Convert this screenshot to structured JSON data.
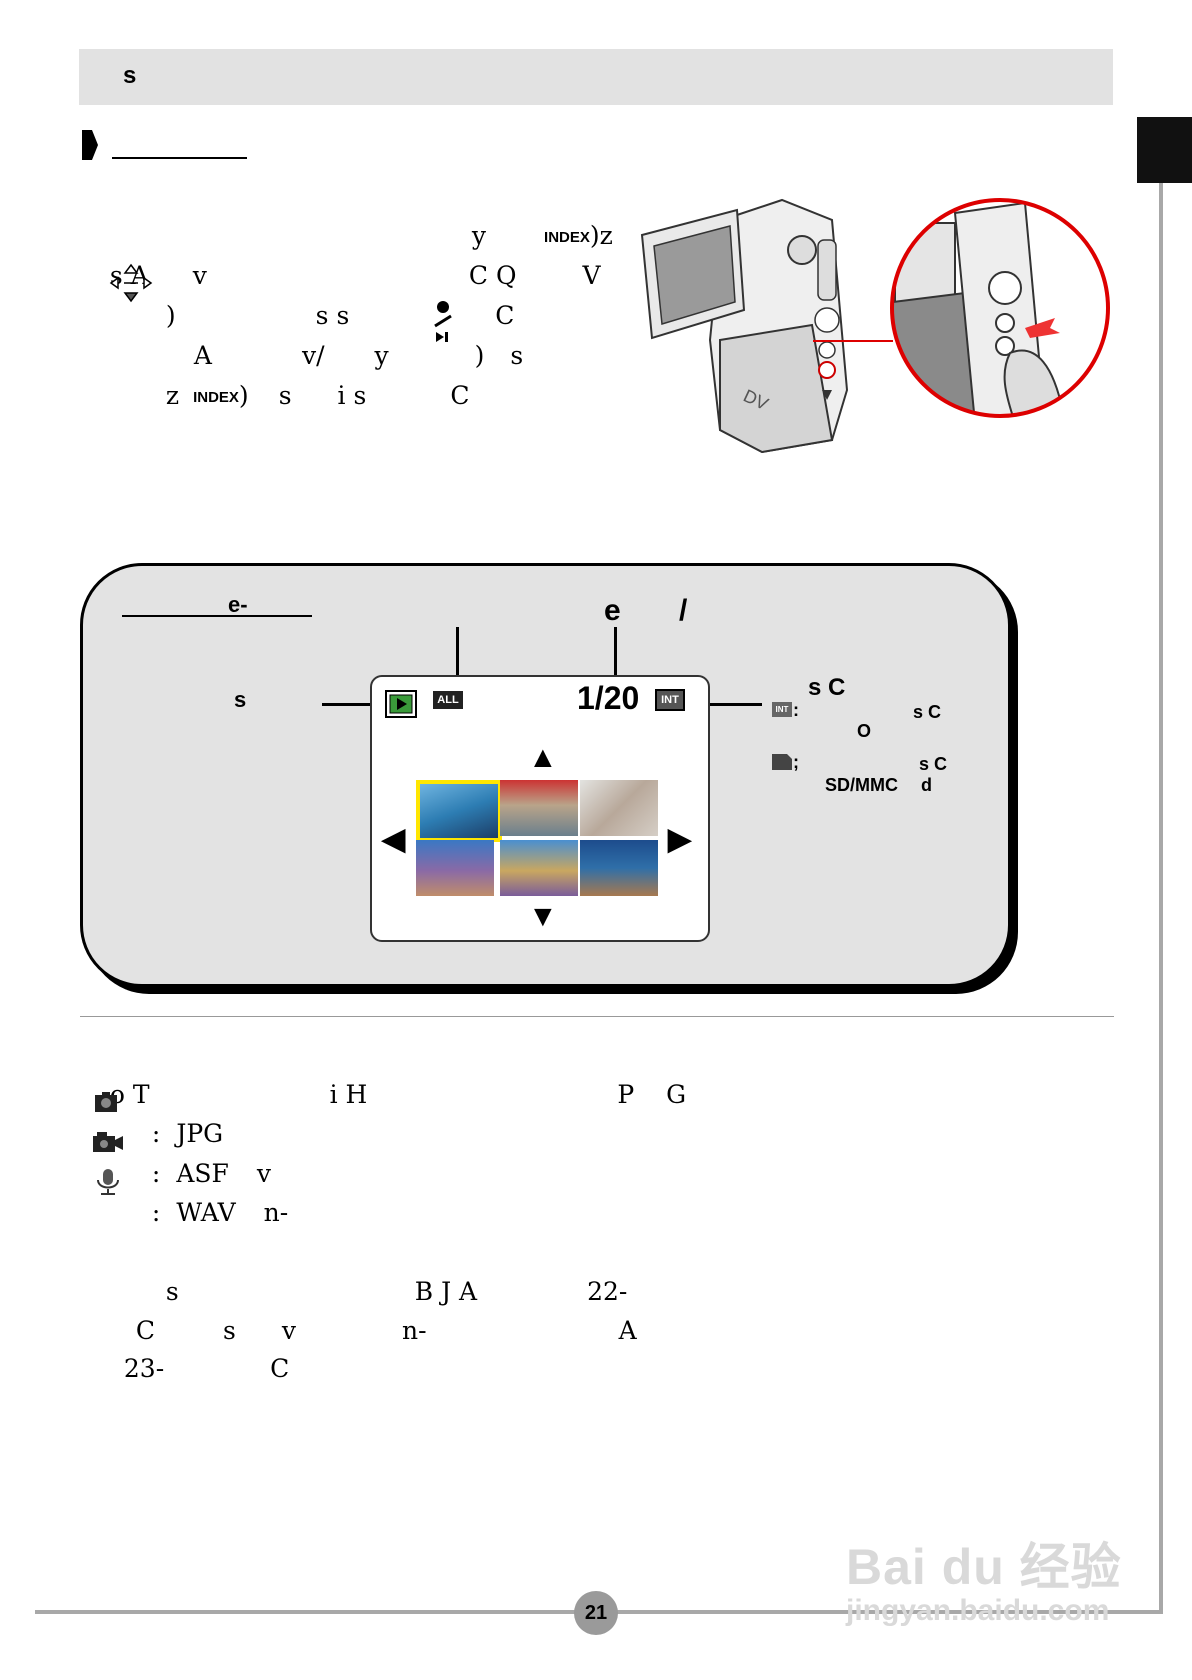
{
  "header": {
    "title": "s"
  },
  "intro": {
    "lines": [
      {
        "segments": [
          "y",
          "INDEX",
          ")z"
        ]
      },
      {
        "segments": [
          "s A",
          "v",
          "C Q",
          "V"
        ]
      },
      {
        "segments": [
          ")",
          "s s",
          "C"
        ]
      },
      {
        "segments": [
          "A",
          "v/",
          "y",
          ")",
          "s"
        ]
      },
      {
        "segments": [
          "z",
          "INDEX",
          ")",
          "s",
          "i s",
          "C"
        ]
      }
    ]
  },
  "panel": {
    "title": "e-",
    "heading": "e       /",
    "left_label": "s",
    "counter": "1/20",
    "mode_icon": "ALL",
    "memory_icon": "INT",
    "storage": {
      "title": "s C",
      "internal": {
        "icon": "INT",
        "line1": "s C",
        "line2": "O"
      },
      "card": {
        "line1": "s C",
        "line2a": "SD/MMC",
        "line2b": "d"
      }
    },
    "arrows": {
      "up": "▲",
      "down": "▼",
      "left": "◀",
      "right": "▶"
    }
  },
  "file_types": {
    "intro": [
      "o T",
      "i H",
      "P",
      "G"
    ],
    "items": [
      {
        "icon": "camera-icon",
        "sep": ":",
        "label": "JPG",
        "extra": ""
      },
      {
        "icon": "video-camera-icon",
        "sep": ":",
        "label": "ASF",
        "extra": "v"
      },
      {
        "icon": "microphone-icon",
        "sep": ":",
        "label": "WAV",
        "extra": "n-"
      }
    ]
  },
  "notes": {
    "line1": [
      "s",
      "B J A",
      "22-"
    ],
    "line2": [
      "C",
      "s",
      "v",
      "n-",
      "A"
    ],
    "line3": [
      "23-",
      "C"
    ]
  },
  "page_number": "21",
  "watermark": {
    "brand": "Bai du 经验",
    "url": "jingyan.baidu.com"
  }
}
